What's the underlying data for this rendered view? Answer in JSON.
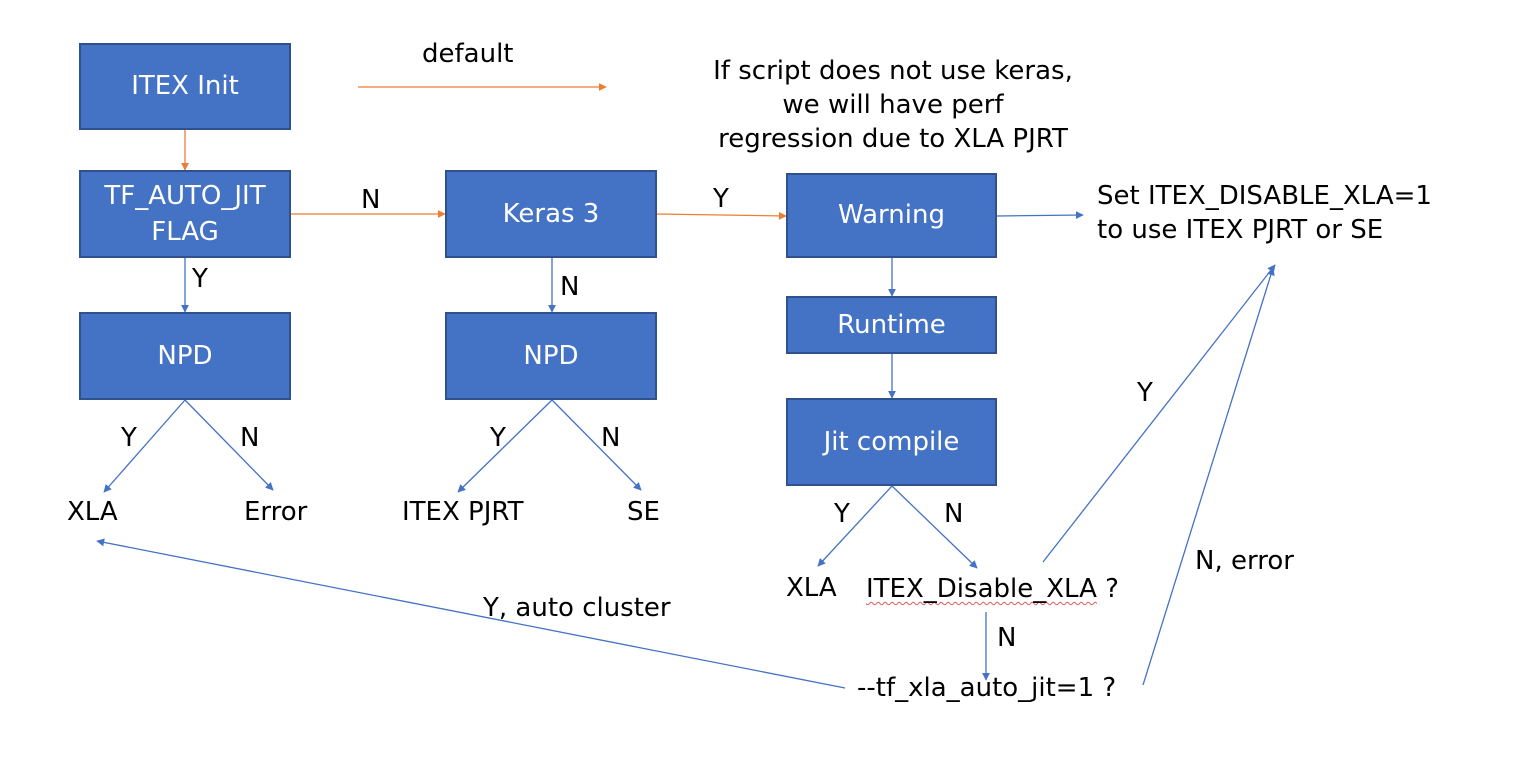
{
  "boxes": {
    "itex_init": "ITEX Init",
    "tf_auto_jit_line1": "TF_AUTO_JIT",
    "tf_auto_jit_line2": "FLAG",
    "npd_left": "NPD",
    "keras3": "Keras 3",
    "npd_mid": "NPD",
    "warning": "Warning",
    "runtime": "Runtime",
    "jit_compile": "Jit compile"
  },
  "legend": {
    "default_label": "default"
  },
  "note_keras": {
    "line1": "If script does not use keras,",
    "line2": "we will have perf",
    "line3": "regression due to XLA PJRT"
  },
  "note_set": {
    "line1": "Set ITEX_DISABLE_XLA=1",
    "line2": "to use ITEX PJRT or SE"
  },
  "outcomes": {
    "xla_left": "XLA",
    "error": "Error",
    "itex_pjrt": "ITEX PJRT",
    "se": "SE",
    "xla_right": "XLA",
    "itex_disable_xla": "ITEX_Disable_XLA",
    "itex_disable_xla_q": " ?",
    "tf_xla_auto_jit": "--tf_xla_auto_jit=1 ?"
  },
  "edge_labels": {
    "n_tf_keras": "N",
    "y_keras_warning": "Y",
    "y_tf_npd": "Y",
    "n_keras_npd": "N",
    "y_npd_left": "Y",
    "n_npd_left": "N",
    "y_npd_mid": "Y",
    "n_npd_mid": "N",
    "y_jit": "Y",
    "n_jit": "N",
    "y_disable": "Y",
    "n_disable": "N",
    "n_error": "N, error",
    "y_auto_cluster": "Y, auto cluster"
  },
  "colors": {
    "box_fill": "#4472C4",
    "box_border": "#2F528F",
    "orange_arrow": "#ED7D31",
    "blue_arrow": "#4472C4"
  }
}
